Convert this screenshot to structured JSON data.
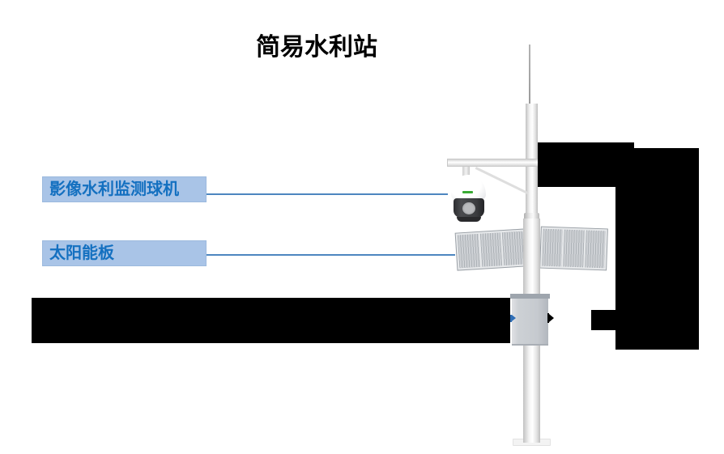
{
  "title": {
    "text": "简易水利站"
  },
  "labels": {
    "camera": {
      "text": "影像水利监测球机"
    },
    "solar": {
      "text": "太阳能板"
    }
  },
  "colors": {
    "label_background": "#a9c4e7",
    "label_text": "#1470c0",
    "connector_line": "#4d86c0",
    "redaction_black": "#000000",
    "camera_logo_green": "#3aaa35",
    "equipment_gray": "#c6cacf",
    "title_text": "#000000"
  },
  "icons": {
    "dome_camera": "ptz-dome-camera-icon",
    "solar_panel": "solar-panel-icon",
    "cabinet": "equipment-cabinet-icon",
    "pole": "monitoring-pole-icon",
    "antenna": "antenna-icon"
  }
}
